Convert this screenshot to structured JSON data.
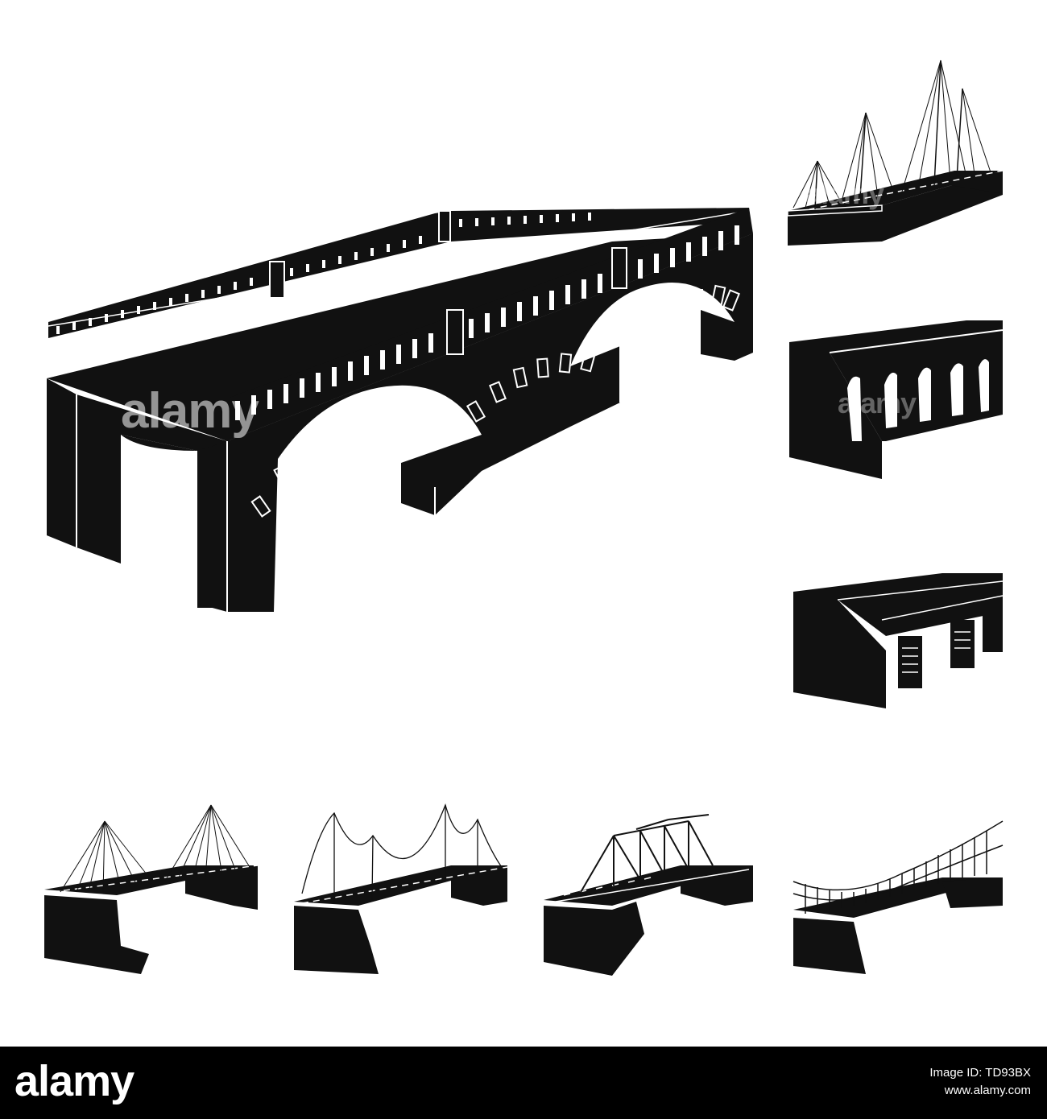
{
  "watermark": {
    "main": "alamy",
    "side": "alamy"
  },
  "footer": {
    "logo": "alamy",
    "image_id_label": "Image ID: TD93BX",
    "site": "www.alamy.com"
  },
  "colors": {
    "icon_fill": "#111111",
    "background": "#ffffff",
    "footer_background": "#000000"
  },
  "icons": [
    "stone-arch-bridge-icon",
    "cable-stayed-bridge-icon",
    "arched-viaduct-bridge-icon",
    "girder-bridge-icon",
    "cable-stayed-twin-pylon-bridge-icon",
    "suspension-bridge-icon",
    "truss-bridge-icon",
    "rope-suspension-bridge-icon"
  ]
}
